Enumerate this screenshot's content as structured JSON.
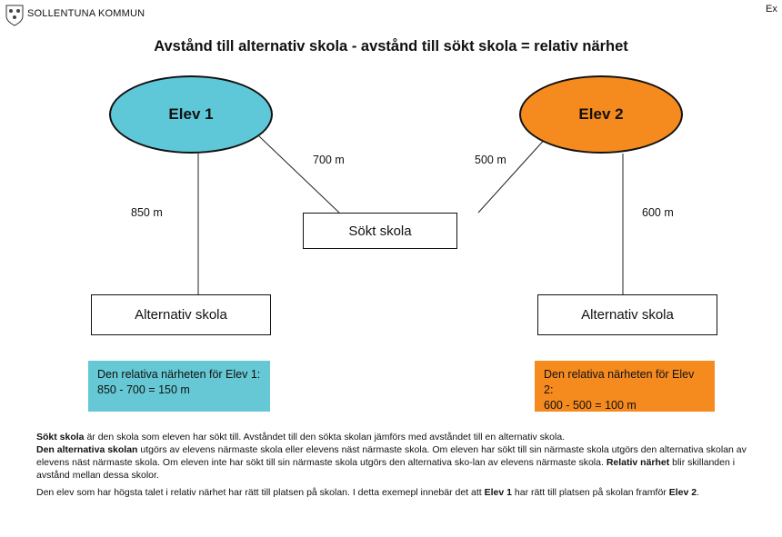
{
  "header": {
    "organization": "SOLLENTUNA KOMMUN",
    "corner_text": "Ex"
  },
  "title": "Avstånd till alternativ skola - avstånd till sökt skola = relativ närhet",
  "diagram": {
    "students": [
      {
        "label": "Elev 1",
        "color": "#5fc8d8"
      },
      {
        "label": "Elev 2",
        "color": "#f58a1f"
      }
    ],
    "sought_school": "Sökt skola",
    "alternative_school_1": "Alternativ skola",
    "alternative_school_2": "Alternativ skola",
    "distances": {
      "elev1_alternative": "850 m",
      "elev1_sought": "700 m",
      "elev2_sought": "500 m",
      "elev2_alternative": "600 m"
    }
  },
  "results": [
    {
      "line1": "Den relativa närheten för Elev 1:",
      "line2": "850 - 700 = 150 m",
      "color": "#65c8d4"
    },
    {
      "line1": "Den relativa närheten för Elev 2:",
      "line2": "600 - 500 = 100 m",
      "color": "#f58a1f"
    }
  ],
  "explanation": {
    "p1_bold1": "Sökt skola",
    "p1_text1": " är den skola som eleven har sökt till. Avståndet till den sökta skolan jämförs med avståndet till en alternativ skola.",
    "p1_bold2": "Den alternativa skolan",
    "p1_text2": " utgörs av elevens närmaste skola eller elevens näst närmaste skola. Om eleven har sökt till sin närmaste skola utgörs den alternativa skolan av elevens näst närmaste skola. Om eleven inte har sökt till sin närmaste skola utgörs den alternativa sko-lan av elevens närmaste skola. ",
    "p1_bold3": "Relativ närhet",
    "p1_text3": " blir skillanden i avstånd mellan dessa skolor.",
    "p2_text1": "Den elev som har högsta talet i relativ närhet har rätt till platsen på skolan. I detta exemepl innebär det att ",
    "p2_bold1": "Elev 1",
    "p2_text2": " har rätt till platsen på skolan framför ",
    "p2_bold2": "Elev 2",
    "p2_text3": "."
  }
}
